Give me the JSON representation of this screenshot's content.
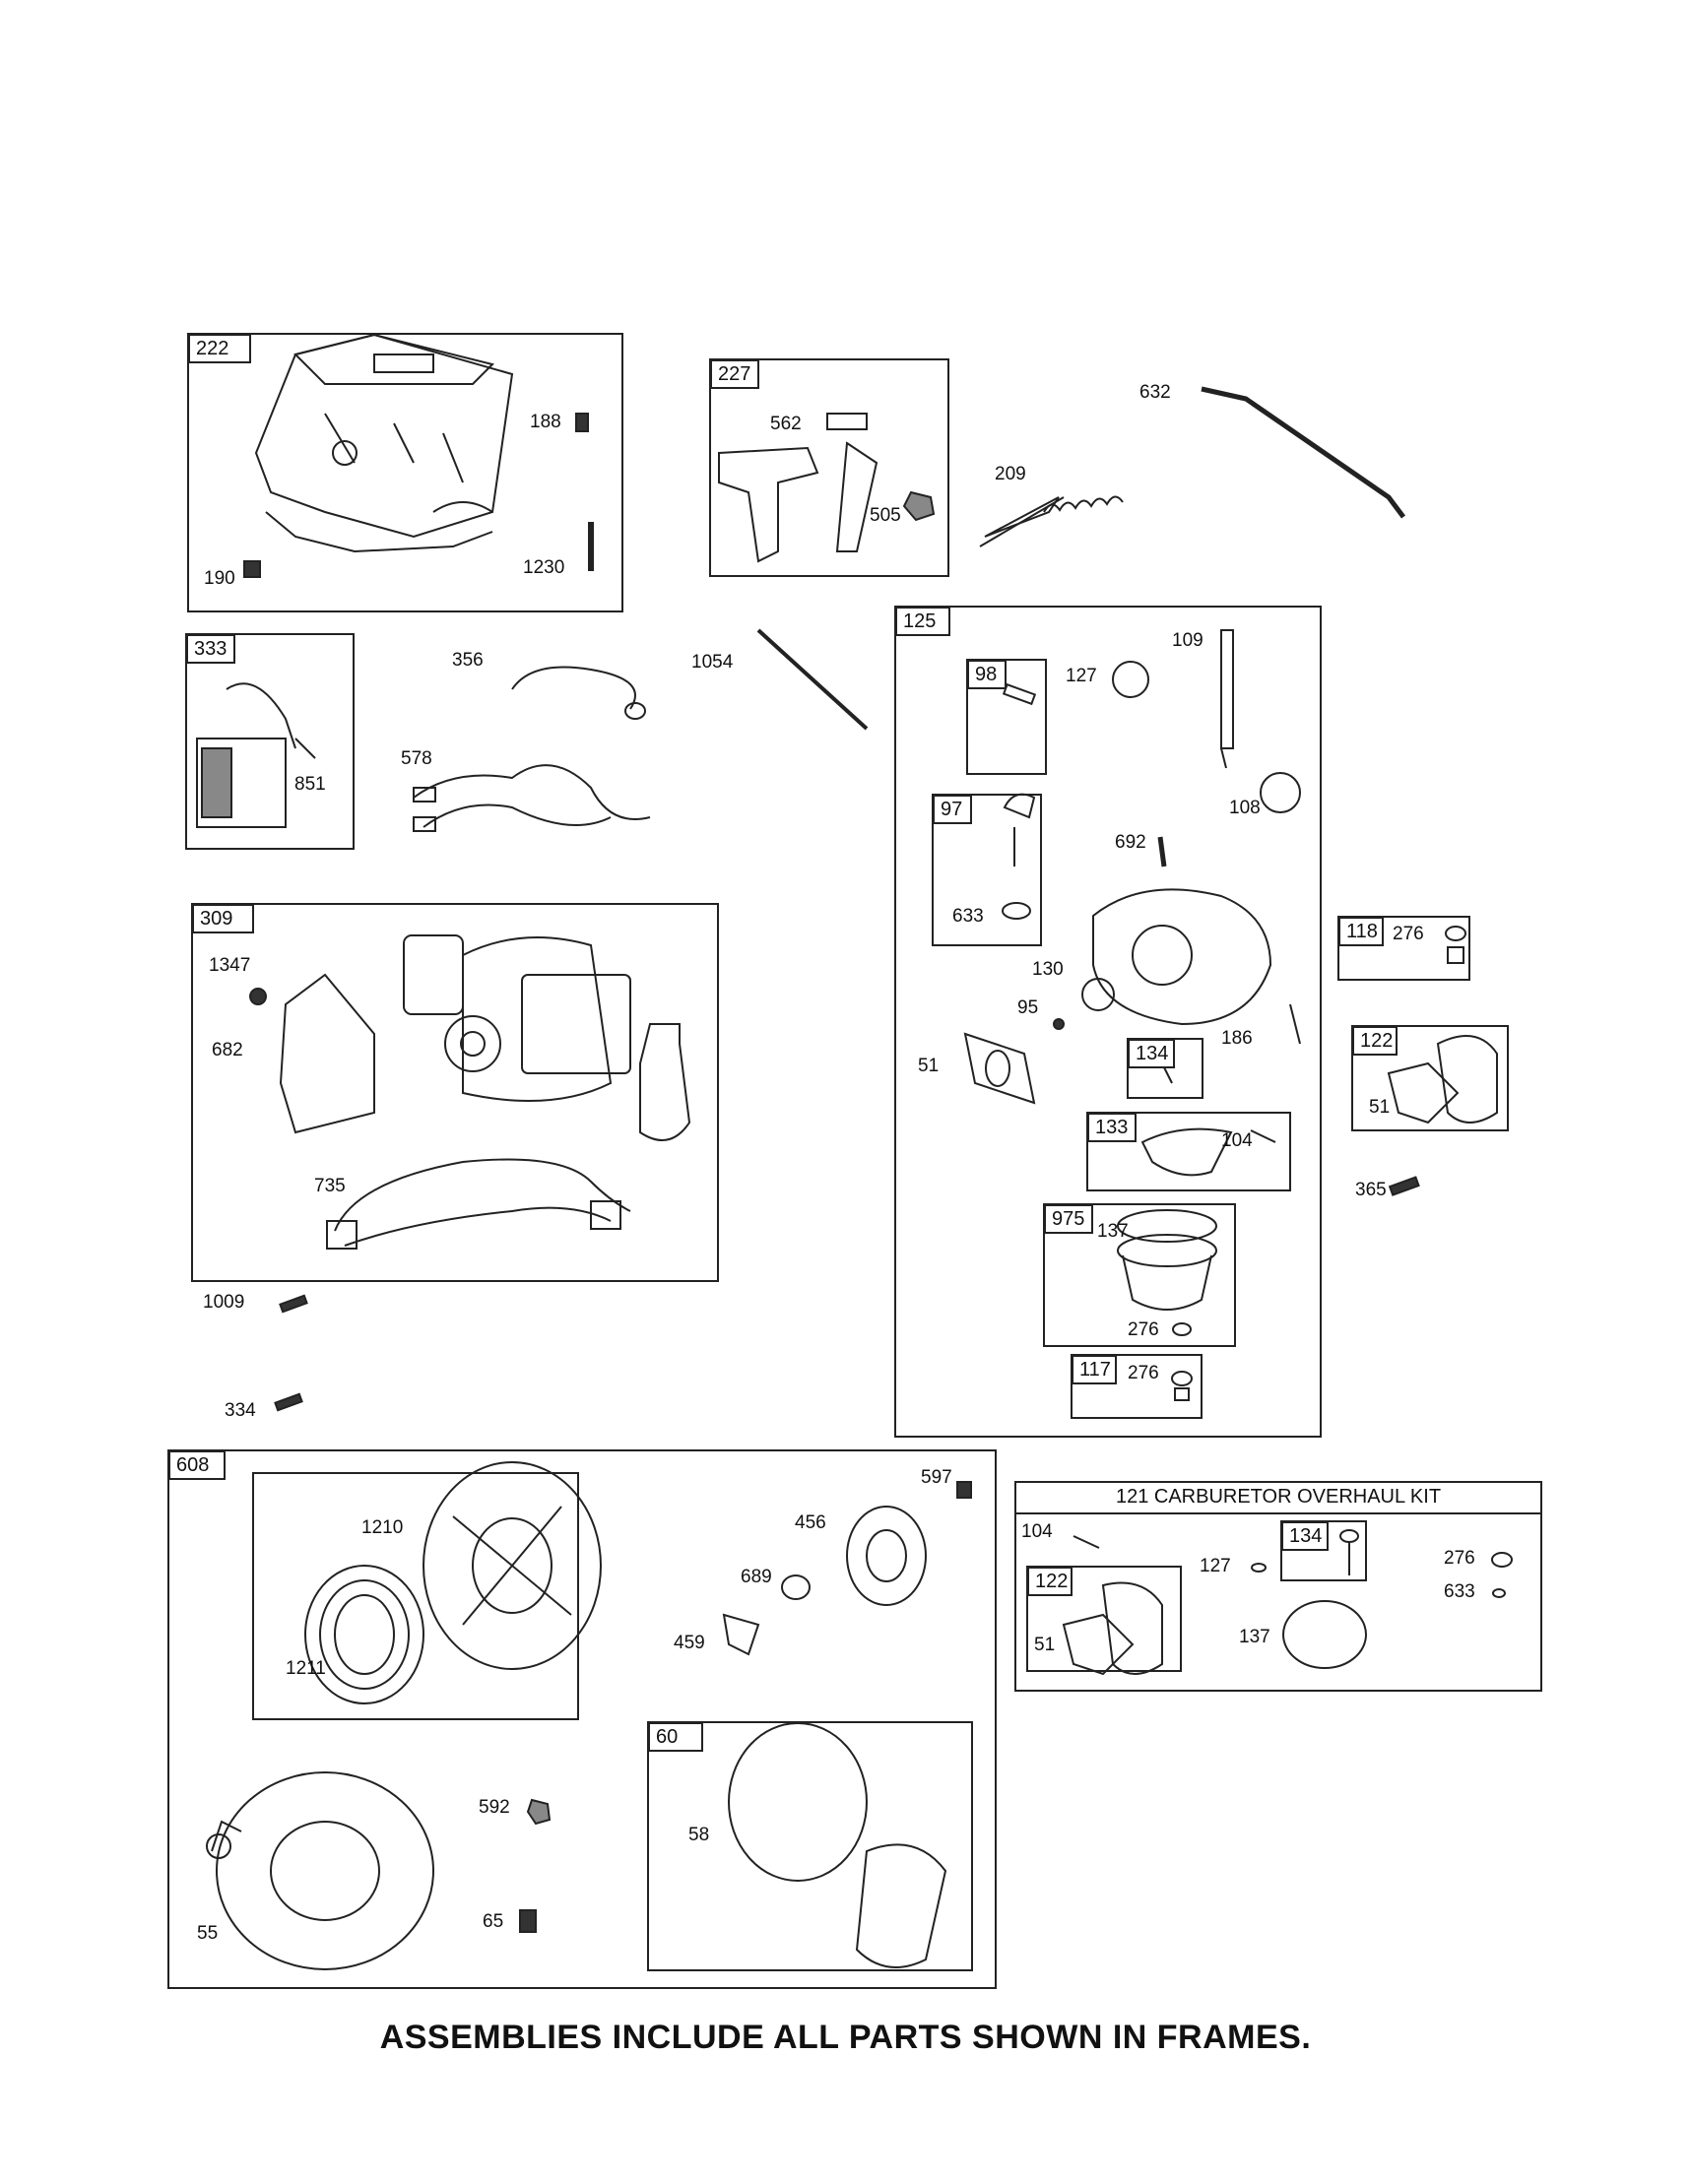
{
  "frames": [
    {
      "id": "222",
      "label": "222"
    },
    {
      "id": "227",
      "label": "227"
    },
    {
      "id": "333",
      "label": "333"
    },
    {
      "id": "309",
      "label": "309"
    },
    {
      "id": "125",
      "label": "125"
    },
    {
      "id": "98",
      "label": "98"
    },
    {
      "id": "97",
      "label": "97"
    },
    {
      "id": "134a",
      "label": "134"
    },
    {
      "id": "133",
      "label": "133"
    },
    {
      "id": "975",
      "label": "975"
    },
    {
      "id": "117",
      "label": "117"
    },
    {
      "id": "118",
      "label": "118"
    },
    {
      "id": "122a",
      "label": "122"
    },
    {
      "id": "608",
      "label": "608"
    },
    {
      "id": "60",
      "label": "60"
    },
    {
      "id": "134b",
      "label": "134"
    },
    {
      "id": "122b",
      "label": "122"
    }
  ],
  "kit": {
    "title": "121 CARBURETOR OVERHAUL KIT"
  },
  "part_numbers": {
    "p188": "188",
    "p190": "190",
    "p1230": "1230",
    "p562": "562",
    "p505": "505",
    "p209": "209",
    "p632": "632",
    "p356": "356",
    "p578": "578",
    "p851": "851",
    "p1054": "1054",
    "p1347": "1347",
    "p682": "682",
    "p735": "735",
    "p1009": "1009",
    "p334": "334",
    "p127": "127",
    "p109": "109",
    "p108": "108",
    "p692": "692",
    "p633": "633",
    "p130": "130",
    "p95": "95",
    "p186": "186",
    "p51": "51",
    "p104": "104",
    "p137": "137",
    "p276a": "276",
    "p276b": "276",
    "p276c": "276",
    "p51b": "51",
    "p365": "365",
    "p597": "597",
    "p456": "456",
    "p689": "689",
    "p459": "459",
    "p1210": "1210",
    "p1211": "1211",
    "p592": "592",
    "p65": "65",
    "p55": "55",
    "p58": "58",
    "k104": "104",
    "k127": "127",
    "k276": "276",
    "k633": "633",
    "k137": "137",
    "k51": "51"
  },
  "footer": "ASSEMBLIES INCLUDE ALL PARTS SHOWN IN FRAMES."
}
